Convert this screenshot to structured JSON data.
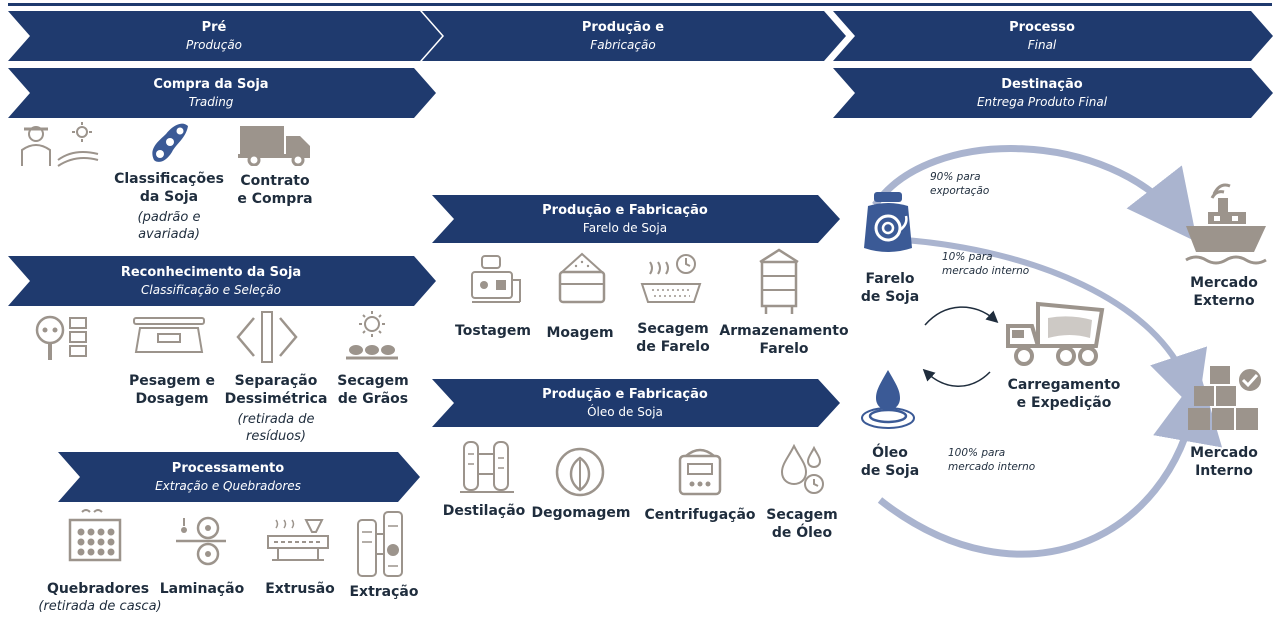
{
  "colors": {
    "banner": "#1f3a6e",
    "icon_gray": "#9c948c",
    "icon_blue": "#3b5a96",
    "arc": "#aab4cf"
  },
  "headers": {
    "pre": {
      "title": "Pré",
      "subtitle": "Produção"
    },
    "producao": {
      "title": "Produção e",
      "subtitle": "Fabricação"
    },
    "processo": {
      "title": "Processo",
      "subtitle": "Final"
    }
  },
  "sections": {
    "compra": {
      "title": "Compra da Soja",
      "subtitle": "Trading"
    },
    "destinacao": {
      "title": "Destinação",
      "subtitle": "Entrega Produto Final"
    },
    "reconhecimento": {
      "title": "Reconhecimento da Soja",
      "subtitle": "Classificação e Seleção"
    },
    "processamento": {
      "title": "Processamento",
      "subtitle": "Extração e Quebradores"
    },
    "farelo": {
      "title": "Produção e Fabricação",
      "subtitle": "Farelo de Soja"
    },
    "oleo": {
      "title": "Produção e Fabricação",
      "subtitle": "Óleo de Soja"
    }
  },
  "compra_items": {
    "classificacoes": {
      "line1": "Classificações",
      "line2": "da Soja",
      "note1": "(padrão e",
      "note2": "avariada)"
    },
    "contrato": {
      "line1": "Contrato",
      "line2": "e Compra"
    }
  },
  "reconhecimento_items": {
    "pesagem": {
      "line1": "Pesagem e",
      "line2": "Dosagem"
    },
    "separacao": {
      "line1": "Separação",
      "line2": "Dessimétrica",
      "note1": "(retirada de",
      "note2": "resíduos)"
    },
    "secagem": {
      "line1": "Secagem",
      "line2": "de Grãos"
    }
  },
  "processamento_items": {
    "quebradores": {
      "label": "Quebradores",
      "note": "(retirada de casca)"
    },
    "laminacao": {
      "label": "Laminação"
    },
    "extrusao": {
      "label": "Extrusão"
    },
    "extracao": {
      "label": "Extração"
    }
  },
  "farelo_items": {
    "tostagem": {
      "label": "Tostagem"
    },
    "moagem": {
      "label": "Moagem"
    },
    "secagem": {
      "line1": "Secagem",
      "line2": "de Farelo"
    },
    "armazenamento": {
      "line1": "Armazenamento",
      "line2": "Farelo"
    }
  },
  "oleo_items": {
    "destilacao": {
      "label": "Destilação"
    },
    "degomagem": {
      "label": "Degomagem"
    },
    "centrifugacao": {
      "label": "Centrifugação"
    },
    "secagem": {
      "line1": "Secagem",
      "line2": "de Óleo"
    }
  },
  "destinacao_items": {
    "farelo": {
      "line1": "Farelo",
      "line2": "de Soja"
    },
    "oleo": {
      "line1": "Óleo",
      "line2": "de Soja"
    },
    "carregamento": {
      "line1": "Carregamento",
      "line2": "e Expedição"
    },
    "mercado_externo": {
      "line1": "Mercado",
      "line2": "Externo"
    },
    "mercado_interno": {
      "line1": "Mercado",
      "line2": "Interno"
    }
  },
  "flow_notes": {
    "export": {
      "line1": "90% para",
      "line2": "exportação"
    },
    "farelo_interno": {
      "line1": "10% para",
      "line2": "mercado interno"
    },
    "oleo_interno": {
      "line1": "100% para",
      "line2": "mercado interno"
    }
  }
}
